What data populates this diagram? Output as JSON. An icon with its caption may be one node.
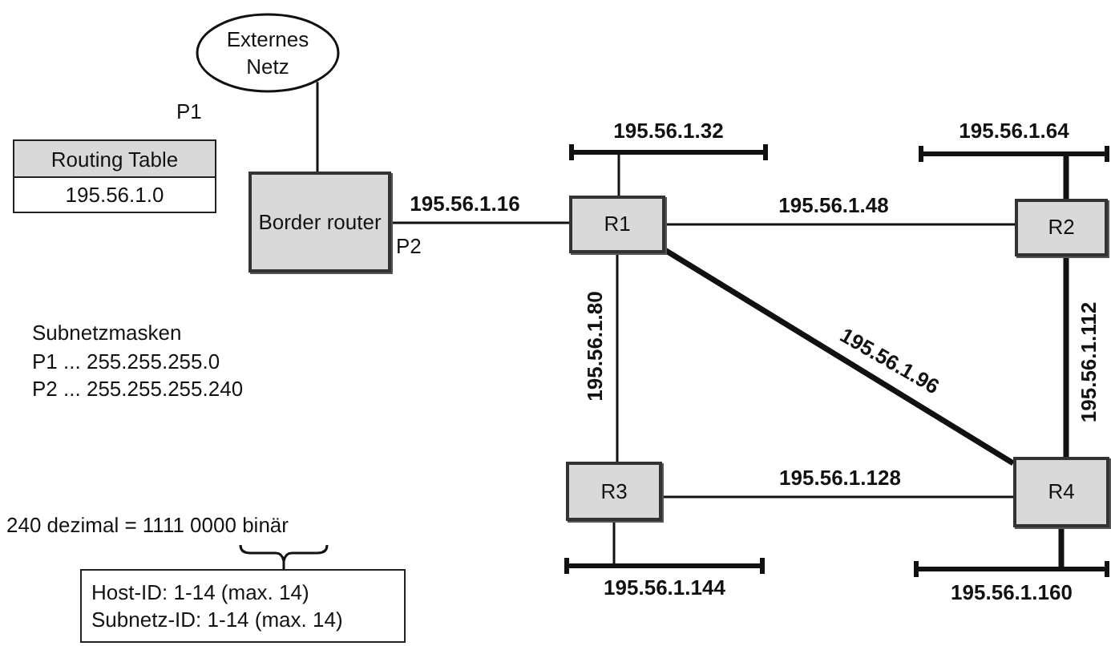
{
  "diagram": {
    "nodes": [
      {
        "text": [
          "Externes Netz"
        ]
      },
      {
        "text": [
          "Routing Table",
          "195.56.1.0"
        ]
      },
      {
        "text": [
          "Border router"
        ]
      },
      {
        "text": [
          "R1"
        ]
      },
      {
        "text": [
          "R2"
        ]
      },
      {
        "text": [
          "R3"
        ]
      },
      {
        "text": [
          "R4"
        ]
      },
      {
        "text": [
          "195.56.1.32"
        ]
      },
      {
        "text": [
          "195.56.1.64"
        ]
      },
      {
        "text": [
          "195.56.1.144"
        ]
      },
      {
        "text": [
          "195.56.1.160"
        ]
      },
      {
        "text": [
          "Host-ID: 1-14 (max. 14)",
          "Subnetz-ID: 1-14 (max. 14)"
        ]
      }
    ],
    "edges": [
      {
        "from": 0,
        "to": 2,
        "arrow": "none"
      },
      {
        "from": 2,
        "to": 3,
        "arrow": "none",
        "label": "195.56.1.16"
      },
      {
        "from": 3,
        "to": 4,
        "arrow": "none",
        "label": "195.56.1.48"
      },
      {
        "from": 3,
        "to": 5,
        "arrow": "none",
        "label": "195.56.1.80"
      },
      {
        "from": 3,
        "to": 6,
        "arrow": "none",
        "label": "195.56.1.96",
        "style": "thick"
      },
      {
        "from": 4,
        "to": 6,
        "arrow": "none",
        "label": "195.56.1.112",
        "style": "thick"
      },
      {
        "from": 5,
        "to": 6,
        "arrow": "none",
        "label": "195.56.1.128"
      },
      {
        "from": 3,
        "to": 7,
        "arrow": "none"
      },
      {
        "from": 4,
        "to": 8,
        "arrow": "none",
        "style": "thick"
      },
      {
        "from": 5,
        "to": 9,
        "arrow": "none"
      },
      {
        "from": 6,
        "to": 10,
        "arrow": "none",
        "style": "thick"
      }
    ],
    "labels": [
      "P1",
      "P2",
      "Subnetzmasken",
      "P1 ... 255.255.255.0",
      "P2 ... 255.255.255.240",
      "240 dezimal = 1111 0000 binär"
    ]
  }
}
